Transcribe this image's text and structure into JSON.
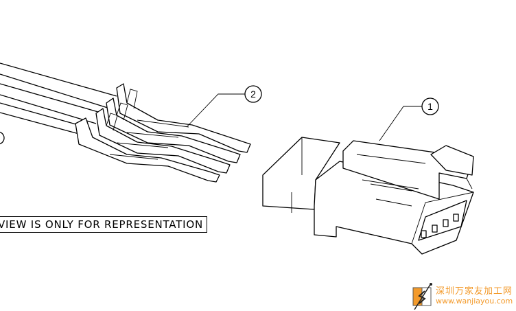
{
  "drawing": {
    "balloons": [
      {
        "label": "1"
      },
      {
        "label": "2"
      }
    ],
    "note": "VIEW IS ONLY FOR REPRESENTATION"
  },
  "watermark": {
    "name_cn": "深圳万家友加工网",
    "url": "www.wanjiayou.com",
    "accent_color": "#f39a2b"
  }
}
